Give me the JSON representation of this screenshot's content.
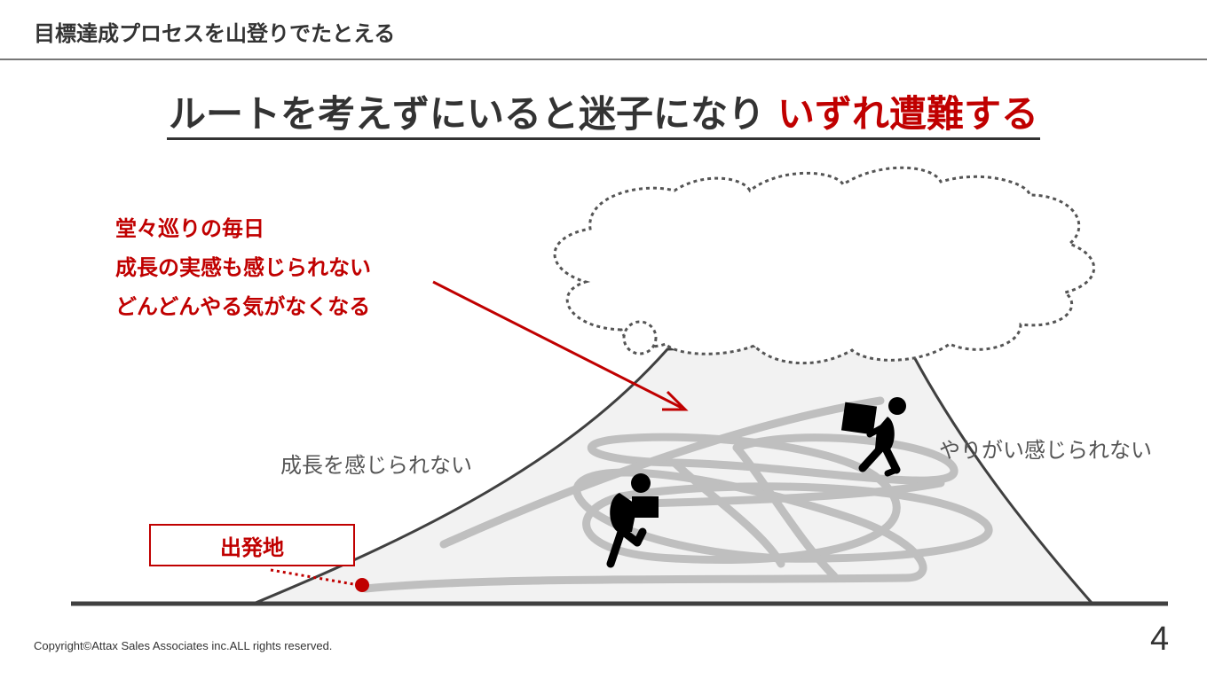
{
  "header": {
    "title": "目標達成プロセスを山登りでたとえる"
  },
  "headline": {
    "main": "ルートを考えずにいると迷子になり",
    "emphasis": "いずれ遭難する"
  },
  "callout": {
    "lines": [
      "堂々巡りの毎日",
      "成長の実感も感じられない",
      "どんどんやる気がなくなる"
    ]
  },
  "labels": {
    "left": "成長を感じられない",
    "right": "やりがい感じられない",
    "start": "出発地"
  },
  "footer": {
    "copyright": "Copyright©Attax Sales Associates inc.ALL rights reserved.",
    "page_number": "4"
  },
  "colors": {
    "accent": "#c00000",
    "text": "#333333",
    "path": "#bfbfbf",
    "mountain_fill": "#f2f2f2"
  },
  "icons": {
    "hiker_left": "hiker-carrying-box-icon",
    "hiker_right": "hiker-carrying-box-icon",
    "cloud": "cloud-icon"
  }
}
